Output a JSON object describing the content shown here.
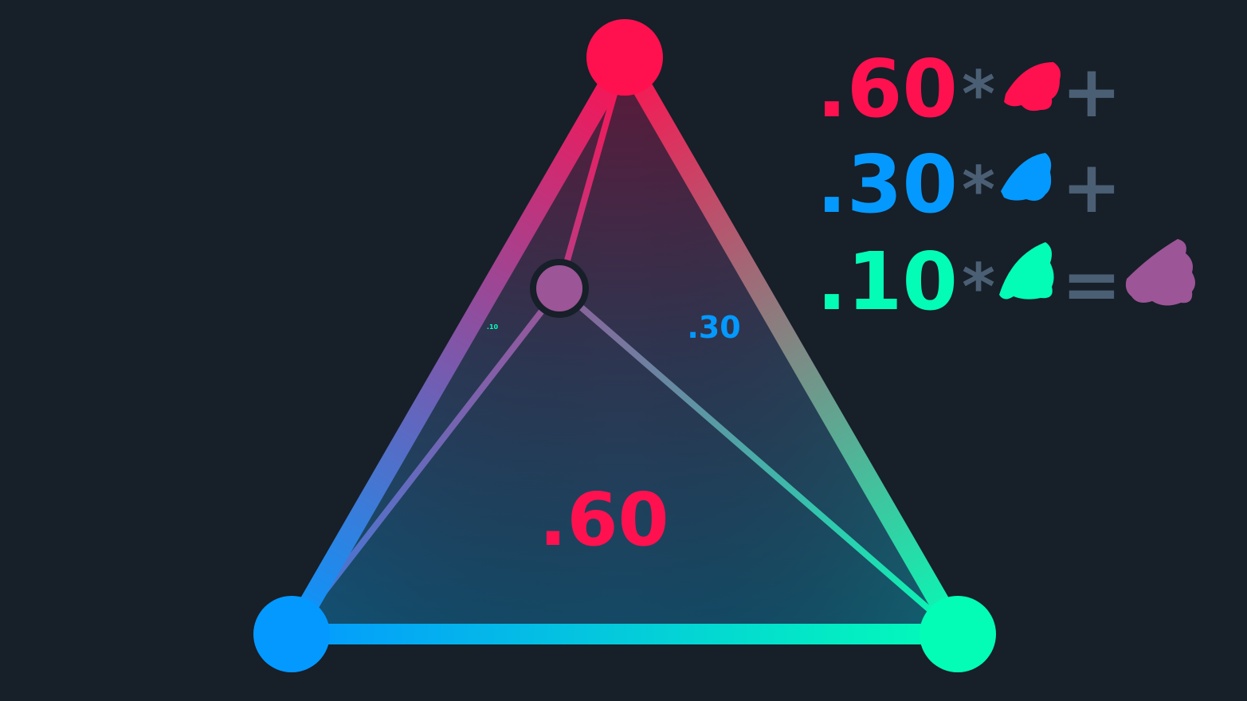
{
  "colors": {
    "background": "#171f29",
    "red": "#ff1150",
    "blue": "#0499ff",
    "green": "#03fdb7",
    "mix": "#9c5596",
    "operator": "#4b5f74",
    "outline": "#171f29"
  },
  "triangle": {
    "vertices": {
      "top": {
        "name": "red-vertex",
        "color_key": "red"
      },
      "left": {
        "name": "blue-vertex",
        "color_key": "blue"
      },
      "right": {
        "name": "green-vertex",
        "color_key": "green"
      }
    },
    "weights": {
      "red": 0.6,
      "blue": 0.3,
      "green": 0.1
    },
    "area_labels": {
      "red": ".60",
      "blue": ".30",
      "green": ".10"
    }
  },
  "equation": {
    "rows": [
      {
        "weight": ".60",
        "color_key": "red",
        "operator": "+",
        "times": "*"
      },
      {
        "weight": ".30",
        "color_key": "blue",
        "operator": "+",
        "times": "*"
      },
      {
        "weight": ".10",
        "color_key": "green",
        "operator": "=",
        "times": "*"
      }
    ],
    "result_color_key": "mix"
  }
}
